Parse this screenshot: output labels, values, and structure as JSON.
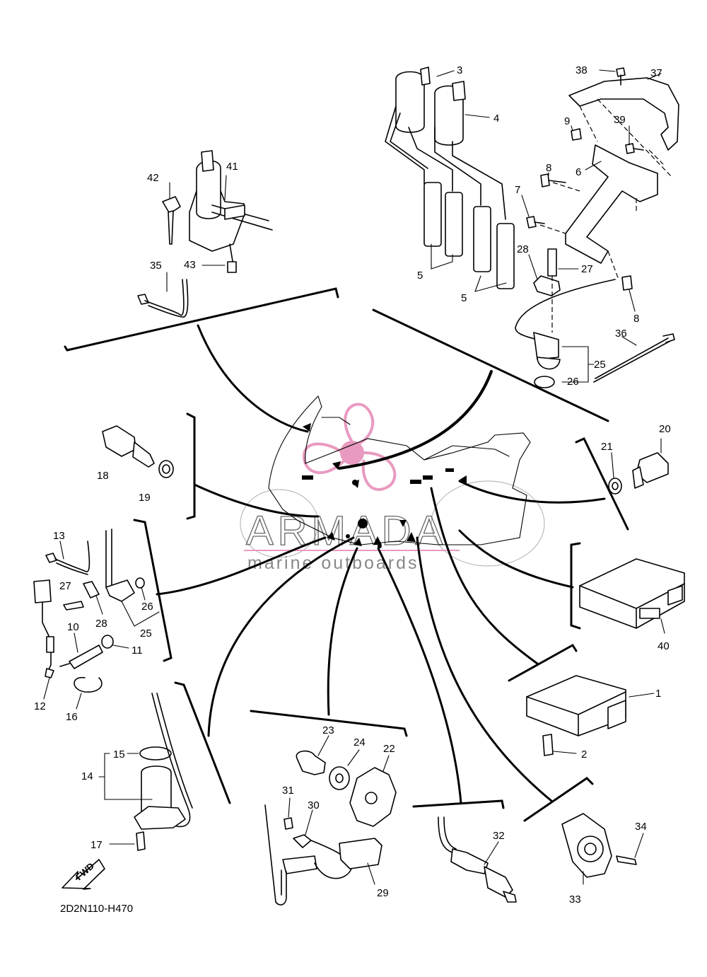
{
  "diagram": {
    "code": "2D2N110-H470",
    "fwd_label": "FWD",
    "part_labels": [
      "1",
      "2",
      "3",
      "4",
      "5",
      "5",
      "6",
      "7",
      "8",
      "8",
      "9",
      "10",
      "11",
      "12",
      "13",
      "14",
      "15",
      "16",
      "17",
      "18",
      "19",
      "20",
      "21",
      "22",
      "23",
      "24",
      "25",
      "25",
      "26",
      "26",
      "27",
      "27",
      "28",
      "28",
      "29",
      "30",
      "31",
      "32",
      "33",
      "34",
      "35",
      "36",
      "37",
      "38",
      "39",
      "40",
      "41",
      "42",
      "43"
    ]
  },
  "watermark": {
    "title": "ARMADA",
    "subtitle": "marine outboards",
    "color": "#e99ac0"
  }
}
